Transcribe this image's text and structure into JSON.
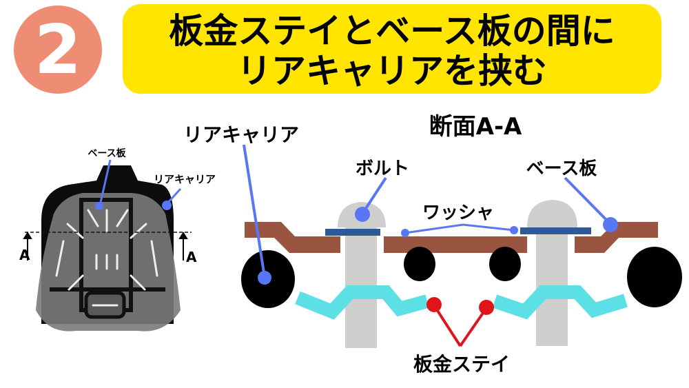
{
  "step_number": "2",
  "title": {
    "line1": "板金ステイとベース板の間に",
    "line2": "リアキャリアを挟む"
  },
  "photo_labels": {
    "base_plate": "ベース板",
    "rear_carrier": "リアキャリア",
    "section_mark_left": "A",
    "section_mark_right": "A"
  },
  "section": {
    "title": "断面A-A",
    "labels": {
      "rear_carrier": "リアキャリア",
      "bolt": "ボルト",
      "base_plate": "ベース板",
      "washer": "ワッシャ",
      "sheet_metal_stay": "板金ステイ"
    }
  },
  "colors": {
    "badge": "#EE8C74",
    "title_bg": "#FFE500",
    "base_plate": "#9A5541",
    "washer": "#2E5A97",
    "bolt": "#CFCFCD",
    "stay": "#5CE0E6",
    "leader_blue": "#5877F7",
    "leader_red": "#E0141B"
  }
}
